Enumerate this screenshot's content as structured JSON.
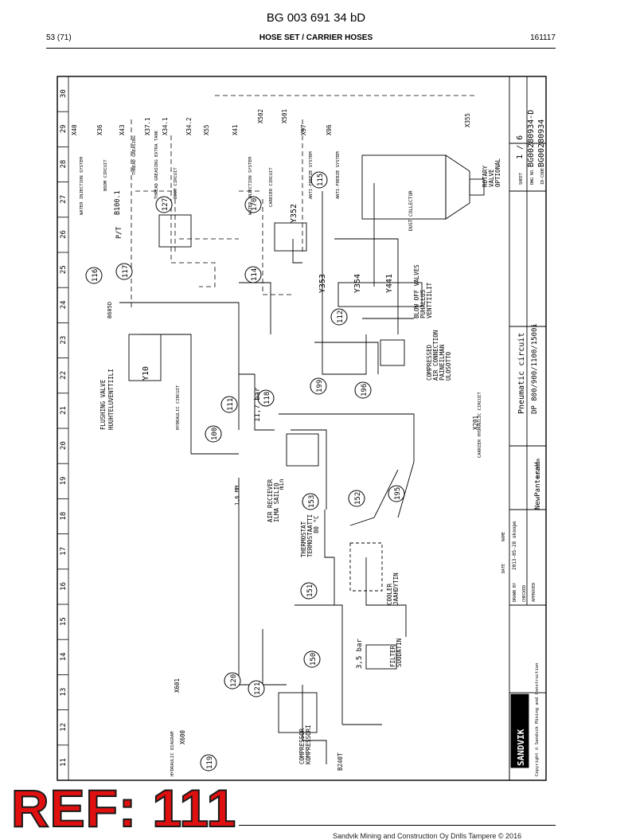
{
  "header": {
    "doc_id": "BG 003 691 34 bD",
    "page": "53 (71)",
    "title": "HOSE SET / CARRIER HOSES",
    "date": "161117"
  },
  "ruler_numbers": [
    "11",
    "12",
    "13",
    "14",
    "15",
    "16",
    "17",
    "18",
    "19",
    "20",
    "21",
    "22",
    "23",
    "24",
    "25",
    "26",
    "27",
    "28",
    "29",
    "30"
  ],
  "callouts": [
    "119",
    "120",
    "121",
    "150",
    "151",
    "153",
    "152",
    "195",
    "100",
    "111",
    "118",
    "199",
    "196",
    "112",
    "114",
    "170",
    "127",
    "115",
    "117",
    "116"
  ],
  "components": {
    "flushing_valve": [
      "FLUSHING VALVE",
      "HUUHTELUVENTTIILI"
    ],
    "y10": "Y10",
    "b605d": "B605D",
    "b100": "B100.1",
    "pt": "P/T",
    "y352": "Y352",
    "y353": "Y353",
    "y354": "Y354",
    "y441": "Y441",
    "blow_off": [
      "BLOW OFF VALVES",
      "PUHALLUS",
      "VENTTIILIT"
    ],
    "dust_collector": "DUST COLLECTOR",
    "rotary_valve": [
      "ROTARY",
      "VALVE",
      "OPTIONAL"
    ],
    "compressed_air": [
      "COMPRESSED",
      "AIR CONNECTION",
      "PAINEILMAN",
      "ULOSOTTO"
    ],
    "air_receiver": [
      "AIR RECIEVER",
      "ILMA SAILIO"
    ],
    "thermostat": [
      "THERMOSTAT",
      "TERMOSTAATTI",
      "80 °C"
    ],
    "cooler": [
      "COOLER",
      "JAAHDYTIN"
    ],
    "filter": [
      "FILTER",
      "SUODATIN"
    ],
    "compressor": [
      "COMPRESSOR",
      "KOMPRESSORI"
    ],
    "b240t": "B240T",
    "pressure_35": "3,5 bar",
    "pressure_117": "11,7 bar",
    "x201": "X201",
    "x501": "X501",
    "x502": "X502",
    "x40": "X40",
    "x36": "X36",
    "x43": "X43",
    "x37": "X37.1",
    "x34": "X34.1",
    "x34_2": "X34.2",
    "x55": "X55",
    "x41": "X41",
    "x97": "X97",
    "x96": "X96",
    "x355": "X355",
    "x600": "X600",
    "x601": "X601",
    "min_label": "min",
    "n1_6": "1,6 MM"
  },
  "labels": {
    "water_injection": "WATER INJECTION SYSTEM",
    "boom_circuit": "BOOM CIRCUIT",
    "thread_greasing": "THREAD GREASING",
    "thread_extra": "THREAD GREASING EXTRA TANK",
    "carrier_circuit": "CARRIER CIRCUIT",
    "anti_freeze_a": "ANTI-FREEZE SYSTEM",
    "anti_freeze_b": "ANTI-FREEZE SYSTEM",
    "hydraulic_diagram": "HYDRAULIC DIAGRAM",
    "carrier_hydraulic": "CARRIER HYDRAULIC CIRCUIT",
    "hydraulic_circuit": "HYDRAULIC CIRCUIT"
  },
  "titleblock": {
    "brand": "SANDVIK",
    "copyright": "Copyright © Sandvik Mining and Construction",
    "drawn_by": "DRAWN BY",
    "checked": "CHECKED",
    "approved": "APPROVED",
    "date_hdr": "DATE",
    "name_hdr": "NAME",
    "date_val": "2013-05-28",
    "name_val": "okoope",
    "position": "POSITION",
    "project": "NewPanteraH",
    "title_1": "Pneumatic circuit",
    "title_2": "DP 800/900/1100/1500i",
    "sheet_lbl": "SHEET",
    "sheet_val": "1 / 6",
    "dwg_lbl": "DWG NO.",
    "dwg_val": "BG00280934-D",
    "id_lbl": "ID-CODE",
    "id_val": "BG00280934"
  },
  "stamp": "REF: 111",
  "footer": "Sandvik Mining and Construction Oy Drills Tampere © 2016"
}
